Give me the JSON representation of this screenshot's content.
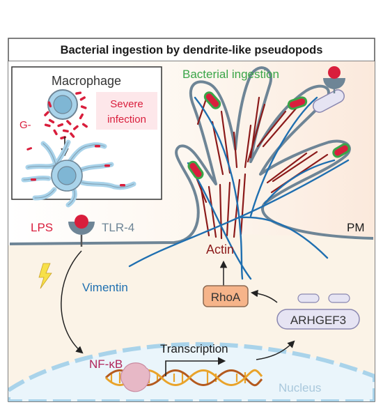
{
  "title": "Bacterial ingestion by dendrite-like pseudopods",
  "inset": {
    "heading": "Macrophage",
    "label_gneg": "G-",
    "label_severe": "Severe",
    "label_infection": "infection"
  },
  "labels": {
    "bacterial_ingestion": "Bacterial ingestion",
    "lps": "LPS",
    "tlr4": "TLR-4",
    "pm": "PM",
    "actin": "Actin",
    "vimentin": "Vimentin",
    "rhoa": "RhoA",
    "arhgef3": "ARHGEF3",
    "nfkb": "NF-κB",
    "transcription": "Transcription",
    "nucleus": "Nucleus"
  },
  "colors": {
    "title_text": "#1a1a1a",
    "green_label": "#3aa548",
    "red_label": "#d91e3c",
    "blue_label": "#1f6fb0",
    "actin_brown": "#8b1a1a",
    "membrane_gray": "#6e8596",
    "cytoplasm": "#fbf3e7",
    "rhoa_fill": "#f6b48a",
    "nucleus_blue": "#a9d3ea"
  }
}
